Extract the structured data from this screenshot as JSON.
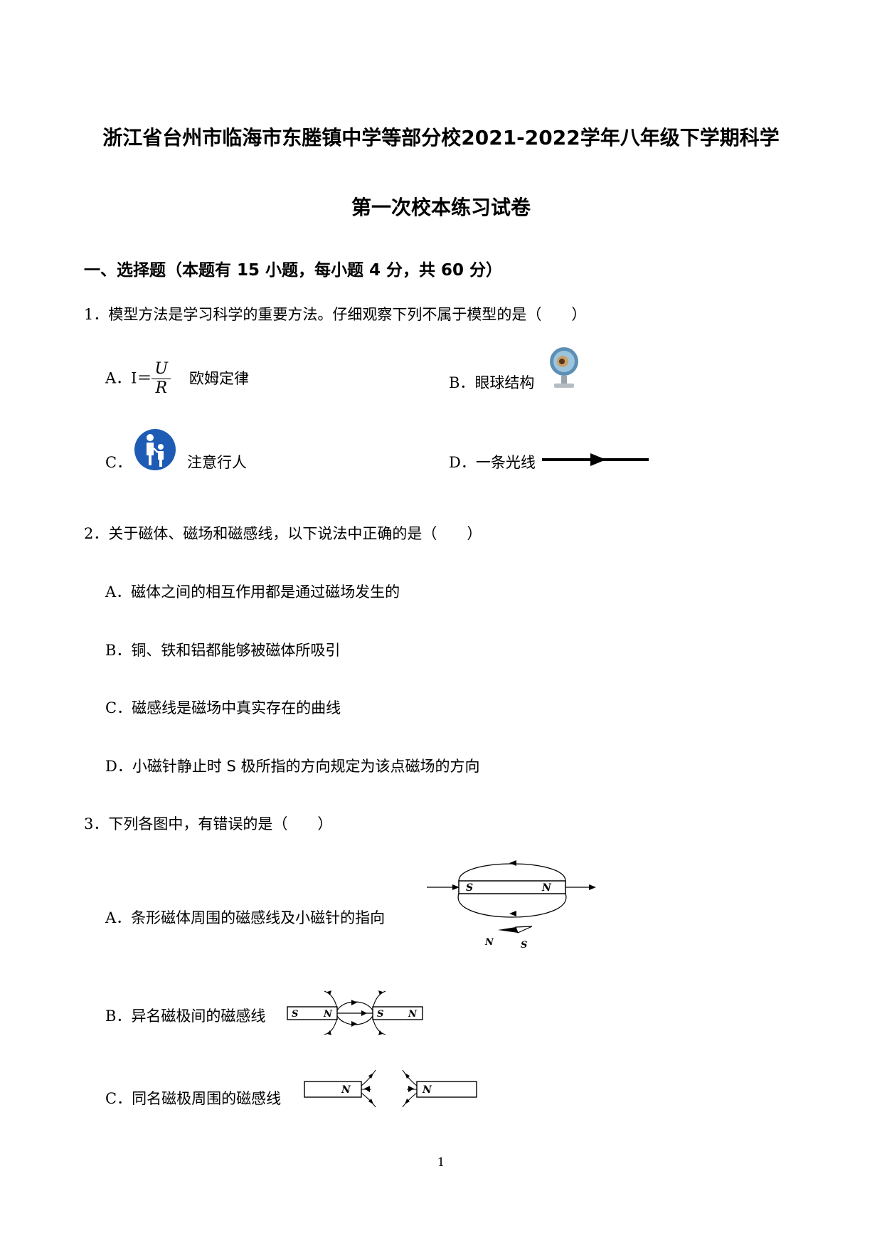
{
  "title": {
    "line1": "浙江省台州市临海市东塍镇中学等部分校2021-2022学年八年级下学期科学",
    "line2": "第一次校本练习试卷"
  },
  "section1": {
    "heading": "一、选择题（本题有 15 小题，每小题 4 分，共 60 分）"
  },
  "questions": [
    {
      "number": "1．",
      "stem": "模型方法是学习科学的重要方法。仔细观察下列不属于模型的是（　　）",
      "options": [
        {
          "label": "A．",
          "formula_lhs": "I＝",
          "formula_num": "U",
          "formula_den": "R",
          "text": "欧姆定律"
        },
        {
          "label": "B．",
          "text": "眼球结构",
          "icon": "eyeball-model-icon"
        },
        {
          "label": "C．",
          "text": "注意行人",
          "icon": "pedestrian-sign-icon"
        },
        {
          "label": "D．",
          "text": "一条光线",
          "icon": "light-ray-arrow-icon"
        }
      ]
    },
    {
      "number": "2．",
      "stem": "关于磁体、磁场和磁感线，以下说法中正确的是（　　）",
      "options": [
        {
          "label": "A．",
          "text": "磁体之间的相互作用都是通过磁场发生的"
        },
        {
          "label": "B．",
          "text": "铜、铁和铝都能够被磁体所吸引"
        },
        {
          "label": "C．",
          "text": "磁感线是磁场中真实存在的曲线"
        },
        {
          "label": "D．",
          "text": "小磁针静止时 S 极所指的方向规定为该点磁场的方向"
        }
      ]
    },
    {
      "number": "3．",
      "stem": "下列各图中，有错误的是（　　）",
      "options": [
        {
          "label": "A．",
          "text": "条形磁体周围的磁感线及小磁针的指向",
          "fig_labels": [
            "S",
            "N",
            "N",
            "S"
          ]
        },
        {
          "label": "B．",
          "text": "异名磁极间的磁感线",
          "fig_labels": [
            "S",
            "N",
            "S",
            "N"
          ]
        },
        {
          "label": "C．",
          "text": "同名磁极周围的磁感线",
          "fig_labels": [
            "N",
            "N"
          ]
        }
      ]
    }
  ],
  "page_number": "1"
}
